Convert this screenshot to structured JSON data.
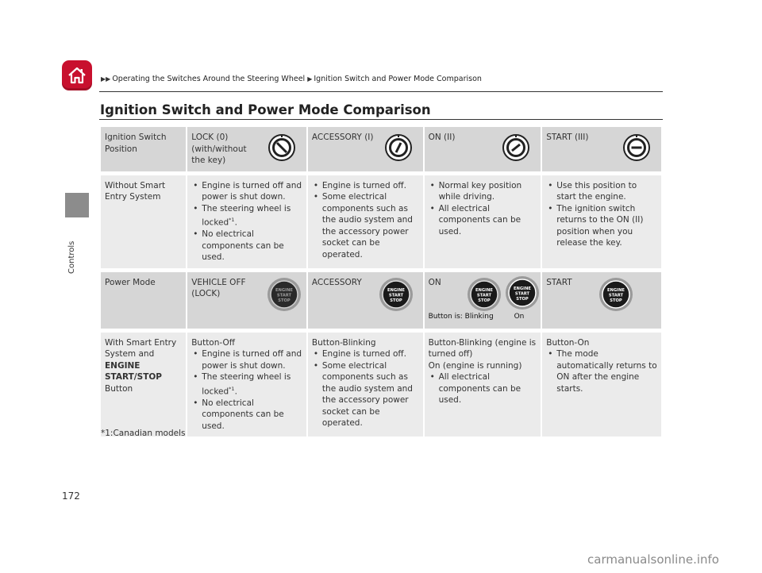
{
  "breadcrumb": {
    "part1": "Operating the Switches Around the Steering Wheel",
    "part2": "Ignition Switch and Power Mode Comparison"
  },
  "side_tab_label": "Controls",
  "title": "Ignition Switch and Power Mode Comparison",
  "table": {
    "row1": {
      "label": "Ignition Switch Position",
      "cols": [
        "LOCK (0) (with/without the key)",
        "ACCESSORY (I)",
        "ON (II)",
        "START (III)"
      ]
    },
    "row2": {
      "label": "Without Smart Entry System",
      "c1": [
        "Engine is turned off and power is shut down.",
        "The steering wheel is locked",
        "No electrical components can be used."
      ],
      "c1_footnote": "*1",
      "c2": [
        "Engine is turned off.",
        "Some electrical components such as the audio system and the accessory power socket can be operated."
      ],
      "c3": [
        "Normal key position while driving.",
        "All electrical components can be used."
      ],
      "c4": [
        "Use this position to start the engine.",
        "The ignition switch returns to the ON (II) position when you release the key."
      ]
    },
    "row3": {
      "label": "Power Mode",
      "cols": [
        "VEHICLE OFF (LOCK)",
        "ACCESSORY",
        "ON",
        "START"
      ],
      "button_text_1": "ENGINE",
      "button_text_2": "START",
      "button_text_3": "STOP",
      "on_caption": "Button is: Blinking",
      "on_caption_2": "On"
    },
    "row4": {
      "label_part1": "With Smart Entry System and",
      "label_bold": "ENGINE START/STOP",
      "label_part2": "Button",
      "c1_head": "Button-Off",
      "c1": [
        "Engine is turned off and power is shut down.",
        "The steering wheel is locked",
        "No electrical components can be used."
      ],
      "c1_footnote": "*1",
      "c2_head": "Button-Blinking",
      "c2": [
        "Engine is turned off.",
        "Some electrical components such as the audio system and the accessory power socket can be operated."
      ],
      "c3_head1": "Button-Blinking (engine is turned off)",
      "c3_head2": "On (engine is running)",
      "c3": [
        "All electrical components can be used."
      ],
      "c4_head": "Button-On",
      "c4": [
        "The mode automatically returns to ON after the engine starts."
      ]
    }
  },
  "footnote": "*1:Canadian models",
  "page_number": "172",
  "watermark": "carmanualsonline.info",
  "colors": {
    "home_red": "#c8102e",
    "header_gray": "#d6d6d6",
    "body_gray": "#ebebeb"
  }
}
